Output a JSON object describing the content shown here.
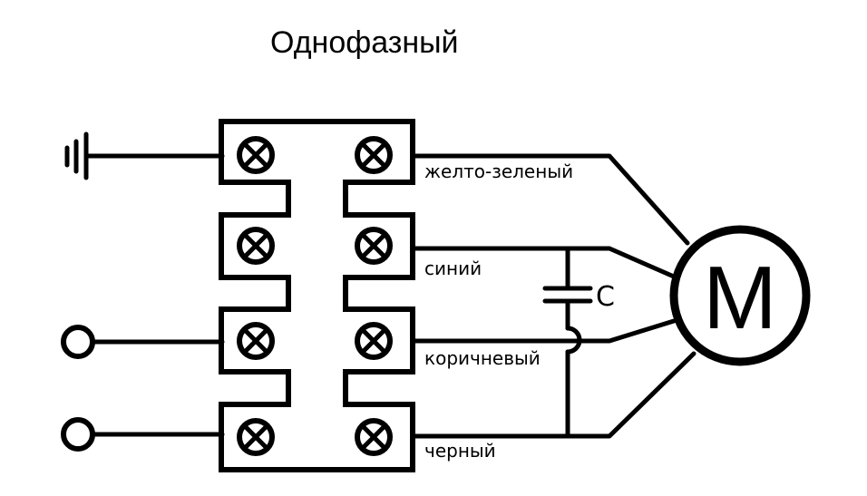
{
  "title": "Однофазный",
  "wire_labels": [
    "желто-зеленый",
    "синий",
    "коричневый",
    "черный"
  ],
  "motor_label": "M",
  "capacitor_label": "C",
  "colors": {
    "line": "#000000",
    "background": "#ffffff"
  }
}
